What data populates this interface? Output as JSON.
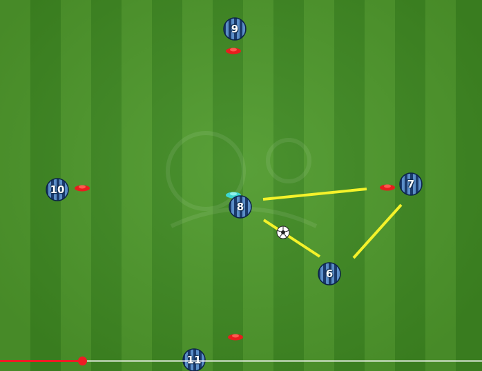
{
  "players": [
    {
      "id": "p9",
      "number": "9"
    },
    {
      "id": "p10",
      "number": "10"
    },
    {
      "id": "p8",
      "number": "8"
    },
    {
      "id": "p7",
      "number": "7"
    },
    {
      "id": "p6",
      "number": "6"
    },
    {
      "id": "p11",
      "number": "11"
    }
  ],
  "colors": {
    "shirt_dark": "#1a3a6b",
    "shirt_light": "#5b8ec8",
    "pass_line": "#f4f22a",
    "cone_red": "#e61e1e",
    "cone_cyan": "#3ed6d0",
    "progress_played": "#ee1c24"
  },
  "icons": [
    "player-shirt-icon",
    "cone-icon",
    "soccer-ball-icon"
  ],
  "video": {
    "progress": 0.17
  }
}
